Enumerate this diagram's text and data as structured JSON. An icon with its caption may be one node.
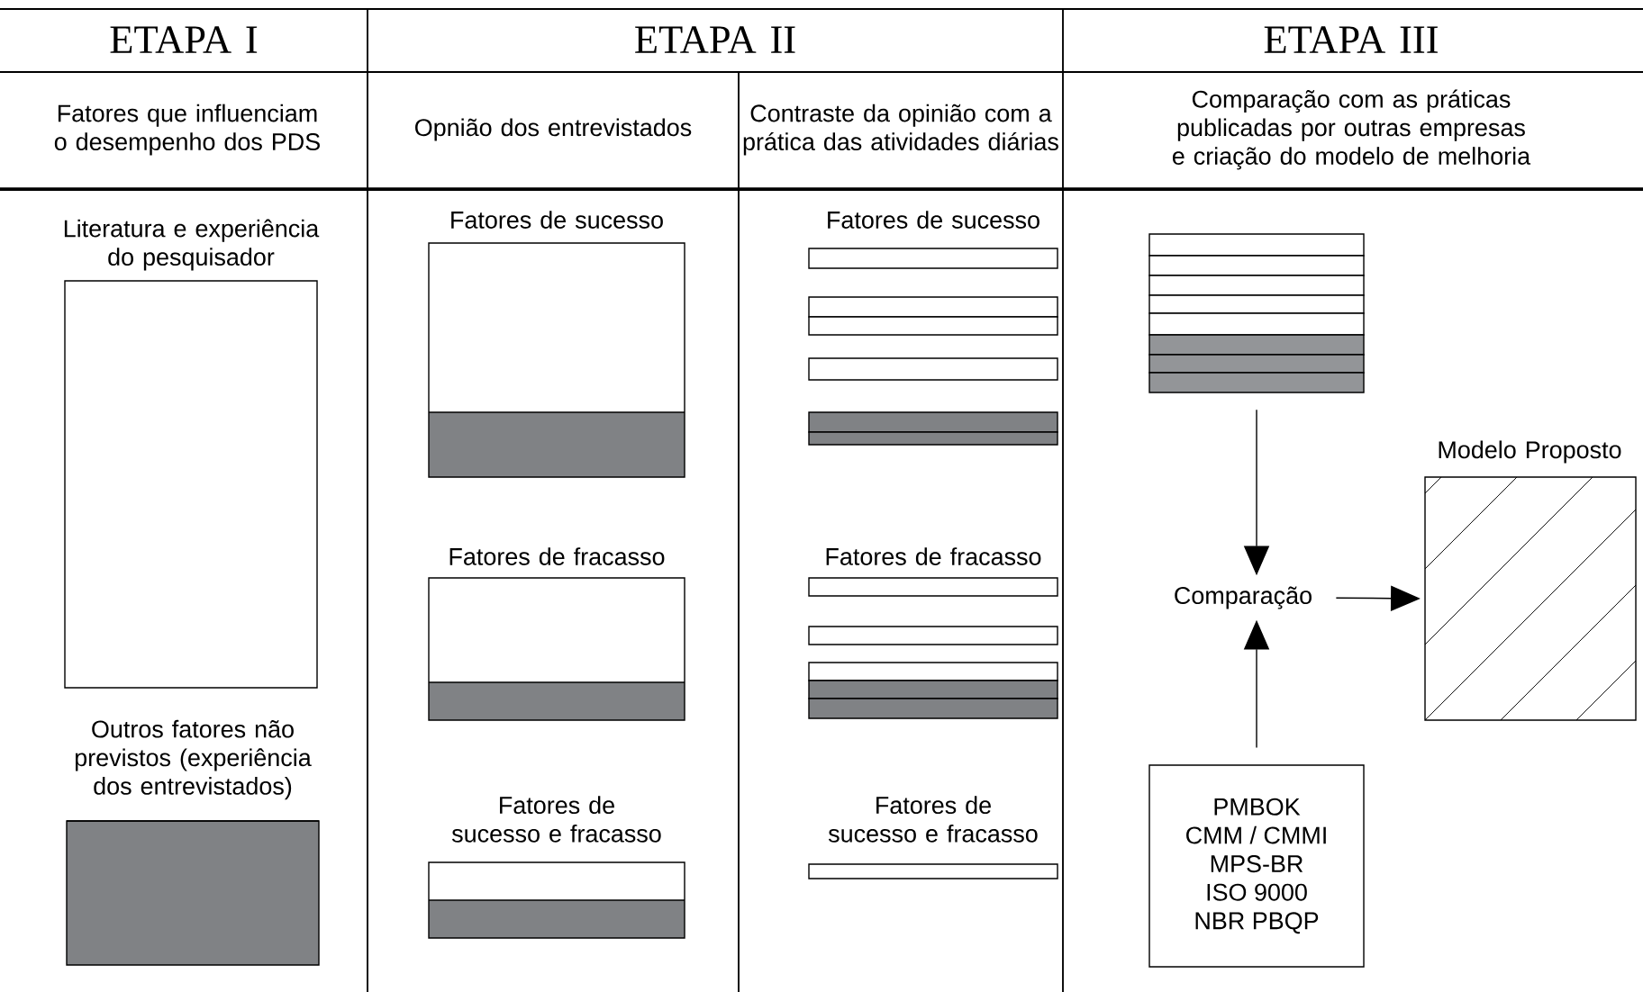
{
  "diagram": {
    "nodes": [
      {
        "text": [
          "Literatura e experiência do pesquisador"
        ]
      },
      {
        "text": [
          "Outros fatores não previstos (experiência dos entrevistados)"
        ]
      },
      {
        "text": [
          "Fatores de sucesso"
        ]
      },
      {
        "text": [
          "Fatores de fracasso"
        ]
      },
      {
        "text": [
          "Fatores de sucesso e fracasso"
        ]
      },
      {
        "text": [
          "Fatores de sucesso"
        ]
      },
      {
        "text": [
          "Fatores de fracasso"
        ]
      },
      {
        "text": [
          "Fatores de sucesso e fracasso"
        ]
      },
      {
        "text": [],
        "shape": "box"
      },
      {
        "text": [
          "Comparação"
        ]
      },
      {
        "text": [
          "Modelo Proposto"
        ]
      },
      {
        "text": [
          "PMBOK",
          "CMM / CMMI",
          "MPS-BR",
          "ISO 9000",
          "NBR PBQP"
        ]
      }
    ],
    "edges": [
      {
        "from": 8,
        "to": 9,
        "arrow": "to"
      },
      {
        "from": 11,
        "to": 9,
        "arrow": "to"
      },
      {
        "from": 9,
        "to": 10,
        "arrow": "to"
      }
    ],
    "labels": [
      "ETAPA I",
      "ETAPA II",
      "ETAPA III",
      "Fatores que influenciam o desempenho dos PDS",
      "Opnião dos entrevistados",
      "Contraste da opinião com a prática das atividades diárias",
      "Comparação com as práticas publicadas por outras empresas e criação do modelo de melhoria"
    ]
  }
}
